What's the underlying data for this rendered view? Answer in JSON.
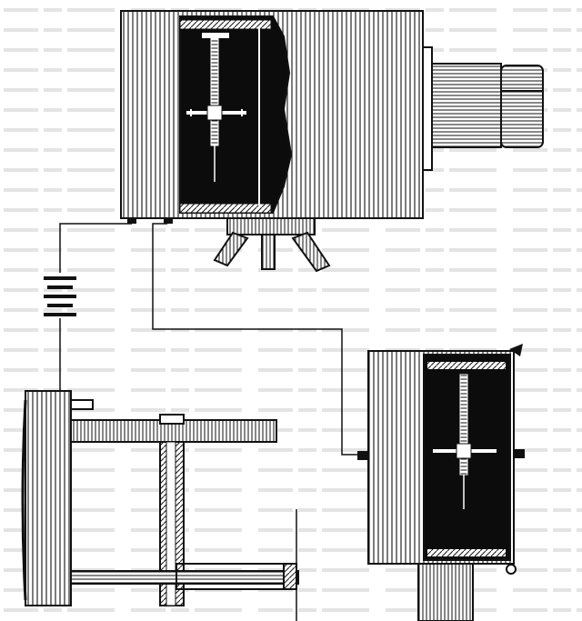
{
  "figure": {
    "colors": {
      "ink": "#111111",
      "paper": "#ffffff",
      "text_shadow": "#c9c9c9"
    },
    "components": [
      {
        "name": "camera-apparatus",
        "description_icon": "camera-box-icon"
      },
      {
        "name": "lens-barrel",
        "description_icon": "lens-icon"
      },
      {
        "name": "tripod-head",
        "description_icon": "tripod-icon"
      },
      {
        "name": "battery",
        "description_icon": "battery-icon"
      },
      {
        "name": "receiving-box",
        "description_icon": "receiver-box-icon"
      },
      {
        "name": "clockwork-drive",
        "description_icon": "gear-wheel-icon"
      }
    ]
  }
}
